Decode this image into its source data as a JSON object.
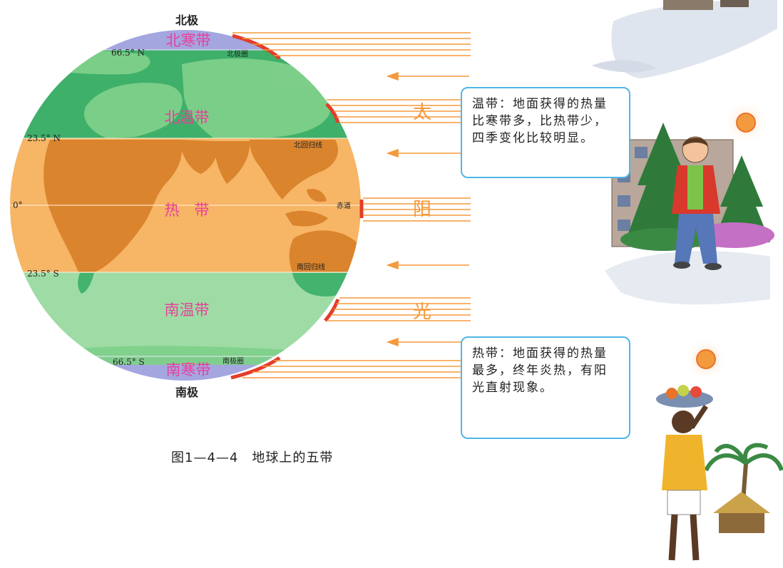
{
  "globe": {
    "north_pole_label": "北极",
    "south_pole_label": "南极",
    "zones": {
      "north_frigid": "北寒带",
      "north_temperate": "北温带",
      "tropical": "热　带",
      "south_temperate": "南温带",
      "south_frigid": "南寒带"
    },
    "latitudes": {
      "n66": "66.5° N",
      "n23": "23.5° N",
      "equator": "0°",
      "s23": "23.5° S",
      "s66": "66.5° S"
    },
    "circles": {
      "arctic": "北极圈",
      "cancer": "北回归线",
      "equator": "赤道",
      "capricorn": "南回归线",
      "antarctic": "南极圈"
    },
    "colors": {
      "frigid": "#a4a6e0",
      "north_temperate": "#3fb06a",
      "tropical": "#f7b566",
      "south_temperate": "#9fdca5",
      "zone_label": "#e8409b",
      "sun_ray": "#f59a3c"
    }
  },
  "sunlight": {
    "chars": [
      "太",
      "阳",
      "光"
    ]
  },
  "bubbles": {
    "temperate": "温带：地面获得的热量比寒带多，比热带少，四季变化比较明显。",
    "tropical": "热带：地面获得的热量最多，终年炎热，有阳光直射现象。"
  },
  "caption": "图1—4—4　地球上的五带"
}
